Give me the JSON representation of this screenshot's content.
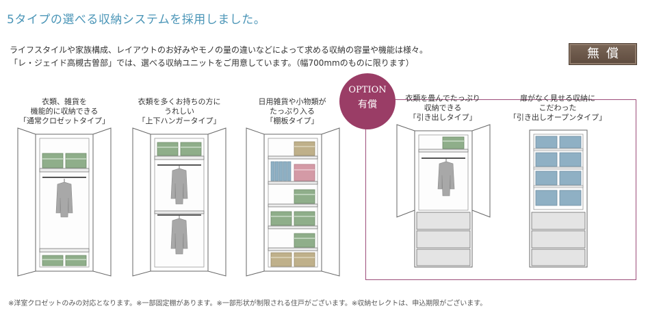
{
  "title": "5タイプの選べる収納システムを採用しました。",
  "intro": [
    "ライフスタイルや家族構成、レイアウトのお好みやモノの量の違いなどによって求める収納の容量や機能は様々。",
    "「レ・ジェイド高槻古曽部」では、選べる収納ユニットをご用意しています。（幅700mmのものに限ります）"
  ],
  "badge_free": "無償",
  "option_badge": {
    "line1": "OPTION",
    "line2": "有償"
  },
  "types": [
    {
      "lines": [
        "衣類、雑貨を",
        "機能的に収納できる",
        "「通常クロゼットタイプ」"
      ]
    },
    {
      "lines": [
        "衣類を多くお持ちの方に",
        "うれしい",
        "「上下ハンガータイプ」"
      ]
    },
    {
      "lines": [
        "日用雑貨や小物類が",
        "たっぷり入る",
        "「棚板タイプ」"
      ]
    },
    {
      "lines": [
        "衣類を畳んでたっぷり",
        "収納できる",
        "「引き出しタイプ」"
      ]
    },
    {
      "lines": [
        "扉がなく見せる収納に",
        "こだわった",
        "「引き出しオープンタイプ」"
      ]
    }
  ],
  "footnote": "※洋室クロゼットのみの対応となります。※一部固定棚があります。※一部形状が制限される住戸がございます。※収納セレクトは、申込期限がございます。",
  "colors": {
    "title": "#4a95b7",
    "option": "#9a3d66",
    "badge_free": "#6b5748",
    "box_green": "#8fae8a",
    "box_blue": "#8fb0c4",
    "box_tan": "#bfb08a",
    "box_pink": "#d49aa6",
    "clothes": "#a8a8a8"
  },
  "icons": [
    "closet-illustration",
    "shirt-icon",
    "storage-box-icon",
    "drawer-icon",
    "book-icon"
  ]
}
